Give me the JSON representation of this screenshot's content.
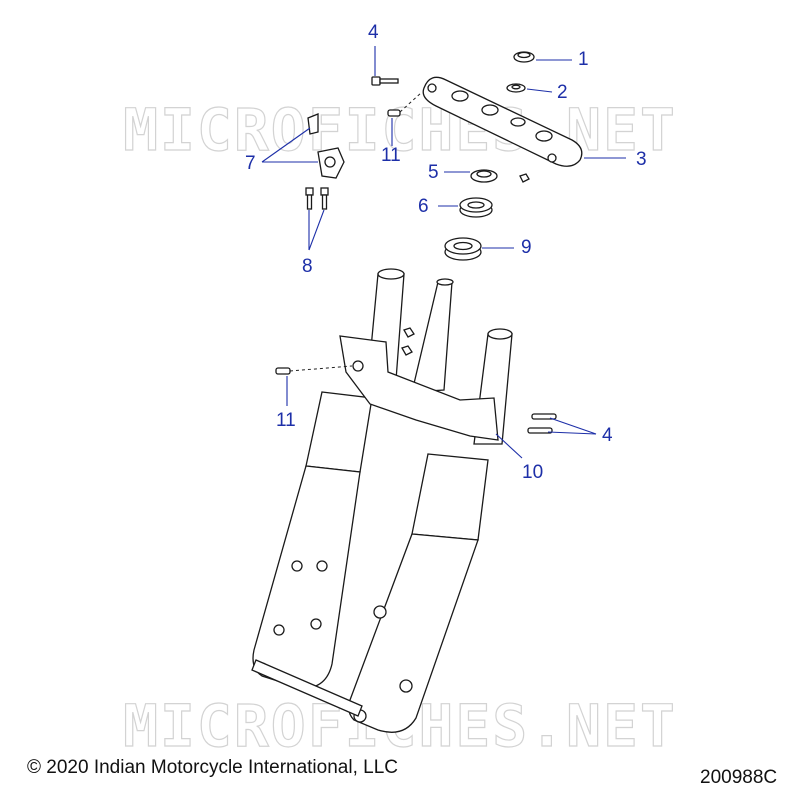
{
  "watermark": "MICROFICHES.NET",
  "callouts": {
    "c1": "1",
    "c2": "2",
    "c3": "3",
    "c4a": "4",
    "c4b": "4",
    "c5": "5",
    "c6": "6",
    "c7": "7",
    "c8": "8",
    "c9": "9",
    "c10": "10",
    "c11a": "11",
    "c11b": "11"
  },
  "copyright": "© 2020 Indian Motorcycle International, LLC",
  "figure_id": "200988C",
  "colors": {
    "callout": "#1d2fa8",
    "line_art": "#1a1a1a",
    "watermark": "#cfcfcf"
  }
}
